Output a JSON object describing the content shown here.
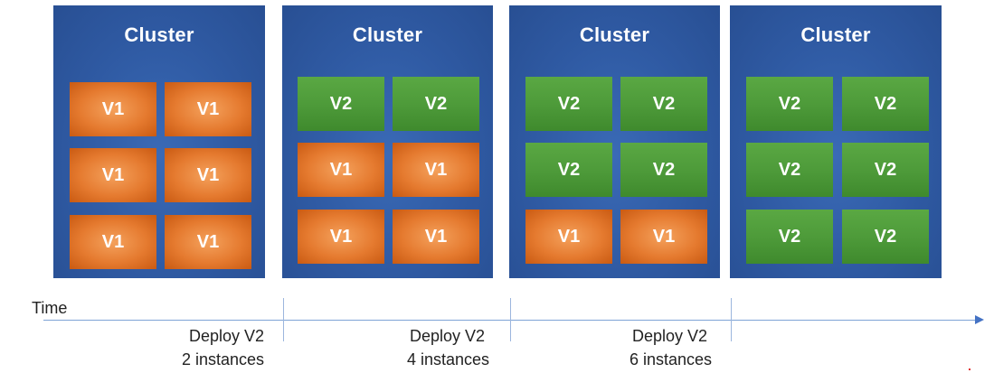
{
  "clusters": [
    {
      "title": "Cluster",
      "tiles": [
        "V1",
        "V1",
        "V1",
        "V1",
        "V1",
        "V1"
      ]
    },
    {
      "title": "Cluster",
      "tiles": [
        "V2",
        "V2",
        "V1",
        "V1",
        "V1",
        "V1"
      ]
    },
    {
      "title": "Cluster",
      "tiles": [
        "V2",
        "V2",
        "V2",
        "V2",
        "V1",
        "V1"
      ]
    },
    {
      "title": "Cluster",
      "tiles": [
        "V2",
        "V2",
        "V2",
        "V2",
        "V2",
        "V2"
      ]
    }
  ],
  "timeline": {
    "label": "Time",
    "steps": [
      {
        "action": "Deploy V2",
        "detail": "2 instances"
      },
      {
        "action": "Deploy V2",
        "detail": "4 instances"
      },
      {
        "action": "Deploy V2",
        "detail": "6 instances"
      }
    ]
  },
  "colors": {
    "cluster": "#2f5aa3",
    "v1": "#e57a2f",
    "v2": "#4e9b3a",
    "axis": "#4472c4"
  }
}
